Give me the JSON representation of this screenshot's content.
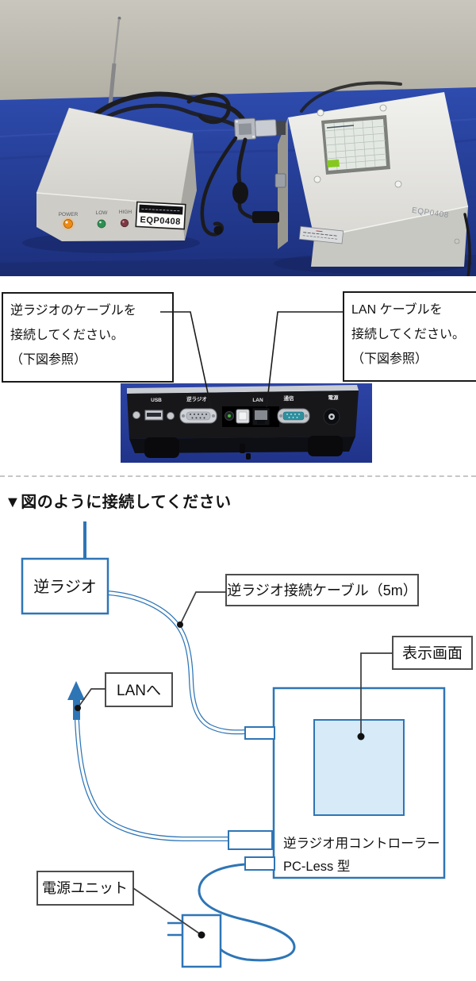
{
  "photo": {
    "left_device": {
      "led_labels": [
        "POWER",
        "LOW",
        "HIGH"
      ],
      "led_colors": [
        "#f08a12",
        "#2f8f52",
        "#7c3a42"
      ],
      "model": "EQP0408"
    },
    "right_device": {
      "model": "EQP0408"
    }
  },
  "callouts": {
    "radio": {
      "lines": [
        "逆ラジオのケーブルを",
        "接続してください。",
        "（下図参照）"
      ]
    },
    "lan": {
      "lines": [
        "LAN ケーブルを",
        "接続してください。",
        "（下図参照）"
      ]
    }
  },
  "rear_panel": {
    "ports": [
      "USB",
      "逆ラジオ",
      "LAN",
      "通信",
      "電源"
    ]
  },
  "diagram": {
    "heading": "▼図のように接続してください",
    "radio_unit_label": "逆ラジオ",
    "cable_label": "逆ラジオ接続ケーブル（5m）",
    "lan_label": "LANへ",
    "screen_label": "表示画面",
    "controller_label_1": "逆ラジオ用コントローラー",
    "controller_label_2": "PC-Less 型",
    "power_unit_label": "電源ユニット"
  },
  "colors": {
    "diagram_blue": "#2e75b6",
    "screen_fill": "#d6eaf8",
    "callout_border": "#4d4d4d",
    "cloth_blue": "#2a45a2"
  }
}
